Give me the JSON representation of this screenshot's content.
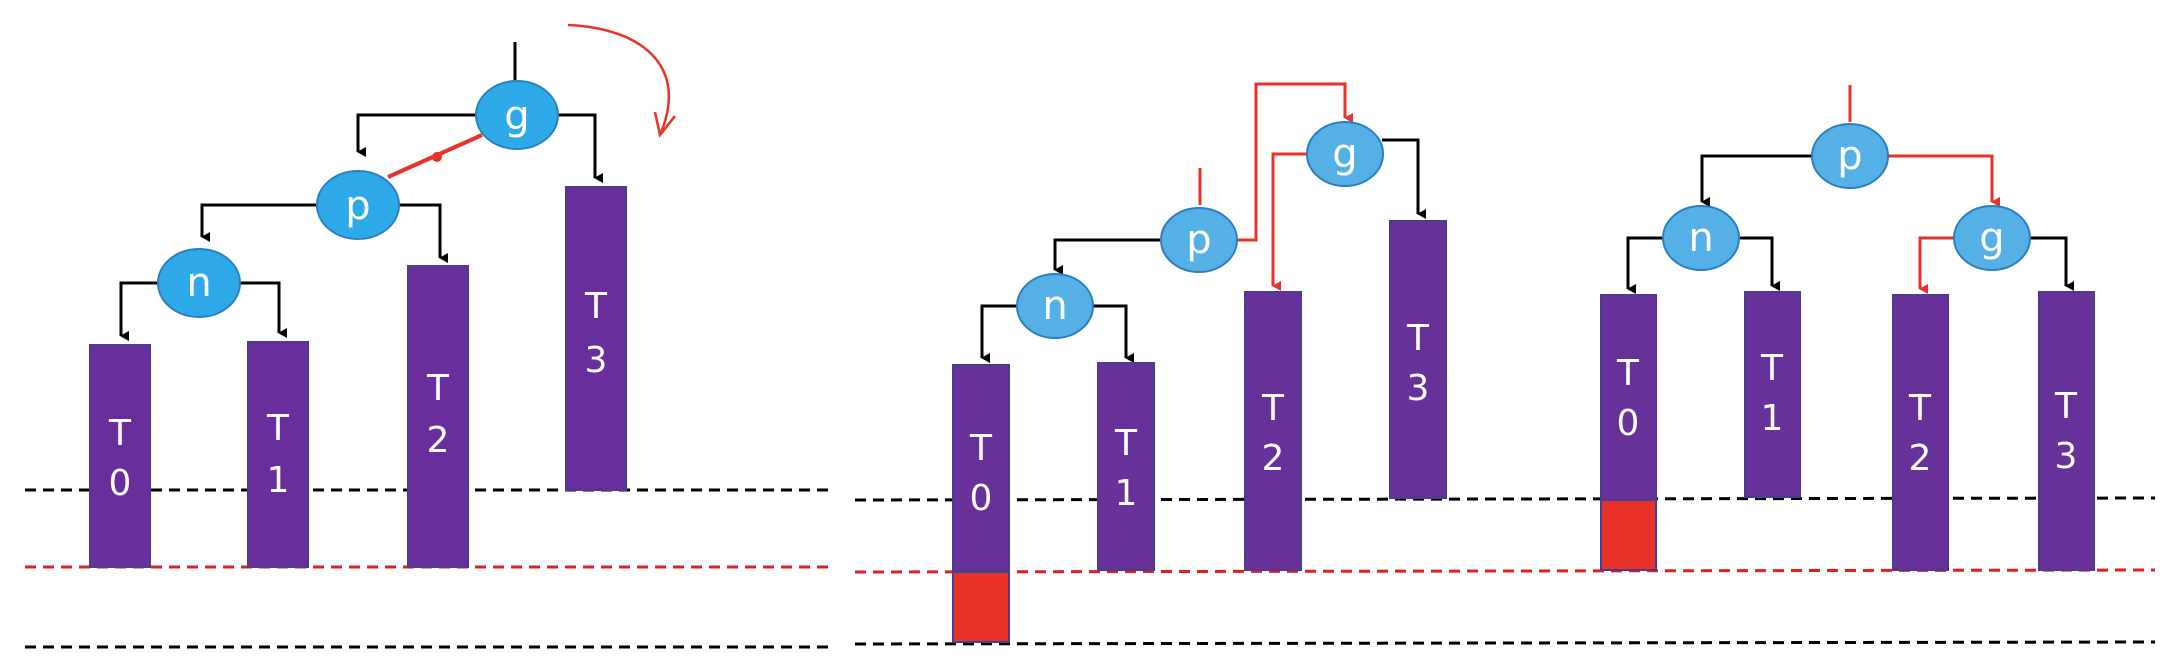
{
  "colors": {
    "node_fill": "#2eaaeb",
    "node_fill_light": "#55b0e6",
    "node_stroke": "#2b7fc0",
    "bar_fill": "#6a2d9c",
    "bar_fill_alt": "#673199",
    "bar_stroke": "#4a3d8f",
    "highlight_red": "#e8322a",
    "arrow_black": "#000000",
    "dashed_black": "#000000",
    "dashed_red": "#e02020"
  },
  "panels": [
    {
      "id": "left",
      "nodes": [
        {
          "key": "g",
          "label": "g"
        },
        {
          "key": "p",
          "label": "p"
        },
        {
          "key": "n",
          "label": "n"
        }
      ],
      "subtrees": [
        {
          "key": "T0",
          "line1": "T",
          "line2": "0"
        },
        {
          "key": "T1",
          "line1": "T",
          "line2": "1"
        },
        {
          "key": "T2",
          "line1": "T",
          "line2": "2"
        },
        {
          "key": "T3",
          "line1": "T",
          "line2": "3"
        }
      ]
    },
    {
      "id": "middle",
      "nodes": [
        {
          "key": "g",
          "label": "g"
        },
        {
          "key": "p",
          "label": "p"
        },
        {
          "key": "n",
          "label": "n"
        }
      ],
      "subtrees": [
        {
          "key": "T0",
          "line1": "T",
          "line2": "0"
        },
        {
          "key": "T1",
          "line1": "T",
          "line2": "1"
        },
        {
          "key": "T2",
          "line1": "T",
          "line2": "2"
        },
        {
          "key": "T3",
          "line1": "T",
          "line2": "3"
        }
      ]
    },
    {
      "id": "right",
      "nodes": [
        {
          "key": "p",
          "label": "p"
        },
        {
          "key": "n",
          "label": "n"
        },
        {
          "key": "g",
          "label": "g"
        }
      ],
      "subtrees": [
        {
          "key": "T0",
          "line1": "T",
          "line2": "0"
        },
        {
          "key": "T1",
          "line1": "T",
          "line2": "1"
        },
        {
          "key": "T2",
          "line1": "T",
          "line2": "2"
        },
        {
          "key": "T3",
          "line1": "T",
          "line2": "3"
        }
      ]
    }
  ]
}
